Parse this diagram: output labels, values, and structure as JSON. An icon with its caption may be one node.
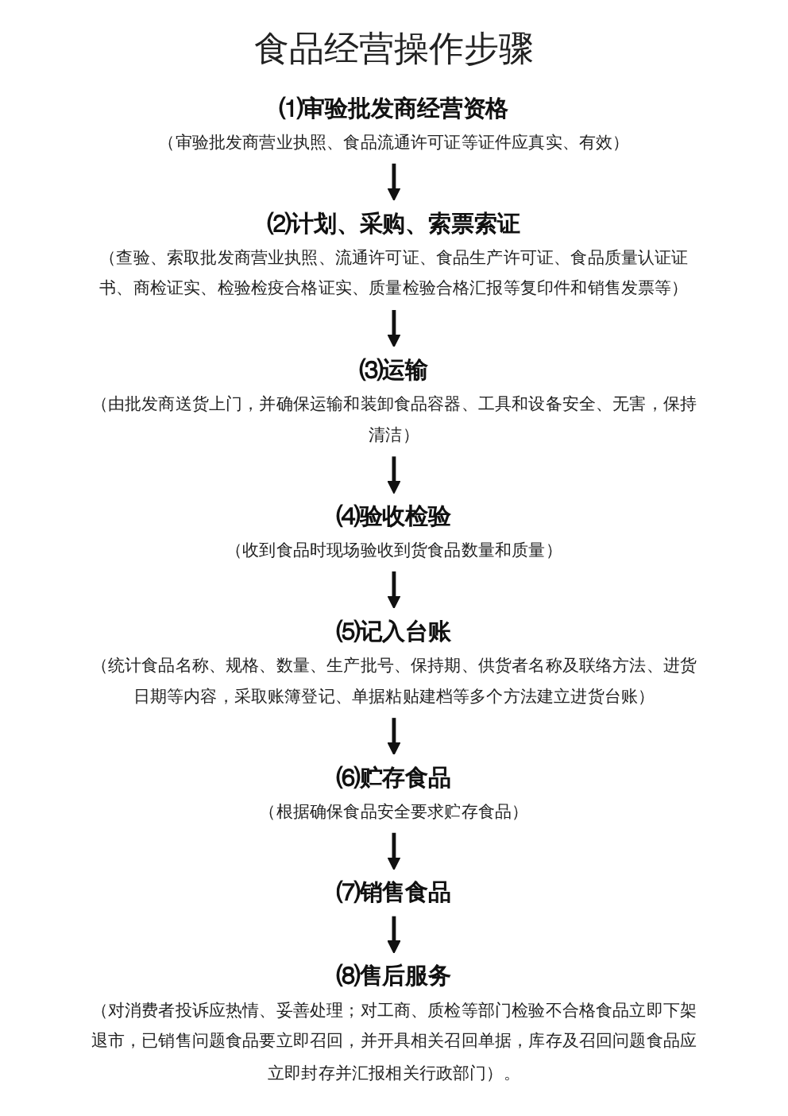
{
  "diagram": {
    "title": "食品经营操作步骤",
    "nodes": [
      {
        "text": [
          "⑴审验批发商经营资格",
          "（审验批发商营业执照、食品流通许可证等证件应真实、有效）"
        ]
      },
      {
        "text": [
          "⑵计划、采购、索票索证",
          "（查验、索取批发商营业执照、流通许可证、食品生产许可证、食品质量认证证书、商检证实、检验检疫合格证实、质量检验合格汇报等复印件和销售发票等）"
        ]
      },
      {
        "text": [
          "⑶运输",
          "（由批发商送货上门，并确保运输和装卸食品容器、工具和设备安全、无害，保持清洁）"
        ]
      },
      {
        "text": [
          "⑷验收检验",
          "（收到食品时现场验收到货食品数量和质量）"
        ]
      },
      {
        "text": [
          "⑸记入台账",
          "（统计食品名称、规格、数量、生产批号、保持期、供货者名称及联络方法、进货日期等内容，采取账簿登记、单据粘贴建档等多个方法建立进货台账）"
        ]
      },
      {
        "text": [
          "⑹贮存食品",
          "（根据确保食品安全要求贮存食品）"
        ]
      },
      {
        "text": [
          "⑺销售食品"
        ]
      },
      {
        "text": [
          "⑻售后服务",
          "（对消费者投诉应热情、妥善处理；对工商、质检等部门检验不合格食品立即下架退市，已销售问题食品要立即召回，并开具相关召回单据，库存及召回问题食品应立即封存并汇报相关行政部门）。"
        ]
      }
    ],
    "edges": [
      {
        "from": 0,
        "to": 1,
        "arrow": "to"
      },
      {
        "from": 1,
        "to": 2,
        "arrow": "to"
      },
      {
        "from": 2,
        "to": 3,
        "arrow": "to"
      },
      {
        "from": 3,
        "to": 4,
        "arrow": "to"
      },
      {
        "from": 4,
        "to": 5,
        "arrow": "to"
      },
      {
        "from": 5,
        "to": 6,
        "arrow": "to"
      },
      {
        "from": 6,
        "to": 7,
        "arrow": "to"
      }
    ]
  }
}
